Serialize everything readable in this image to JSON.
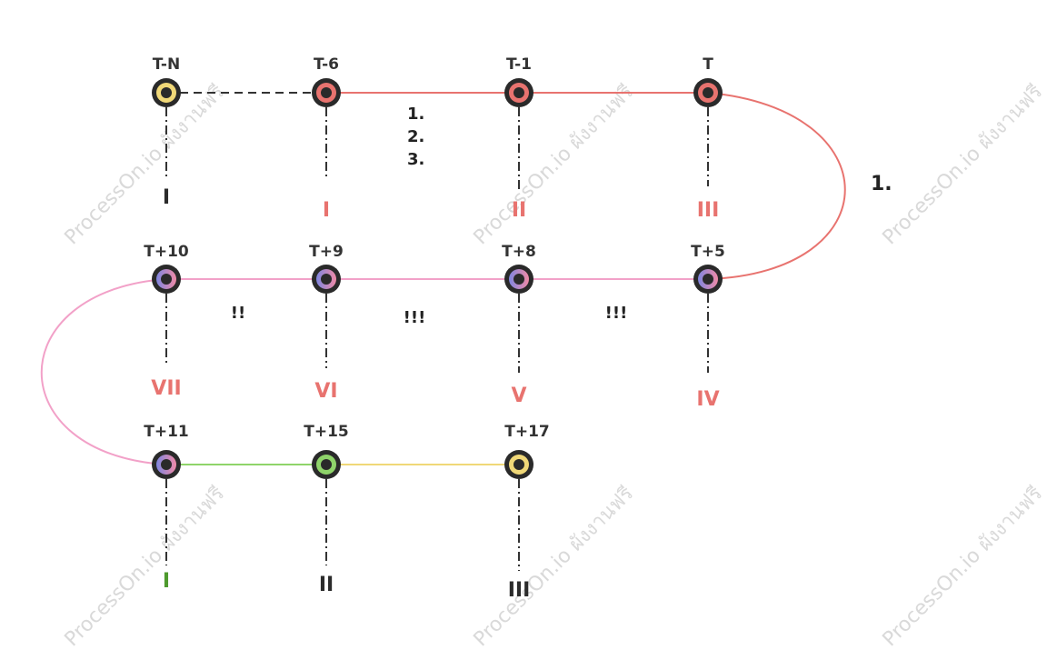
{
  "colors": {
    "red": "#e8736f",
    "pink": "#f2a1c8",
    "green": "#8fd46a",
    "yellow": "#f0d878",
    "dark": "#2a2a2a",
    "purple": "#8a7fd6",
    "label_dark": "#2b2b2b",
    "label_red": "#e8736f",
    "label_green": "#4e9a2e"
  },
  "nodes": {
    "tn": {
      "title": "T-N",
      "label": "I"
    },
    "t6": {
      "title": "T-6",
      "label": "I"
    },
    "t1": {
      "title": "T-1",
      "label": "II"
    },
    "t": {
      "title": "T",
      "label": "III"
    },
    "t5": {
      "title": "T+5",
      "label": "IV"
    },
    "t8": {
      "title": "T+8",
      "label": "V"
    },
    "t9": {
      "title": "T+9",
      "label": "VI"
    },
    "t10": {
      "title": "T+10",
      "label": "VII"
    },
    "t11": {
      "title": "T+11",
      "label": "I"
    },
    "t15": {
      "title": "T+15",
      "label": "II"
    },
    "t17": {
      "title": "T+17",
      "label": "III"
    }
  },
  "notes": {
    "n1": "1.",
    "n2": "2.",
    "n3": "3.",
    "curve": "1.",
    "seg_10_9": "!!",
    "seg_9_8": "!!!",
    "seg_8_5": "!!!"
  },
  "watermark": "ProcessOn.io ผังงานฟรี"
}
